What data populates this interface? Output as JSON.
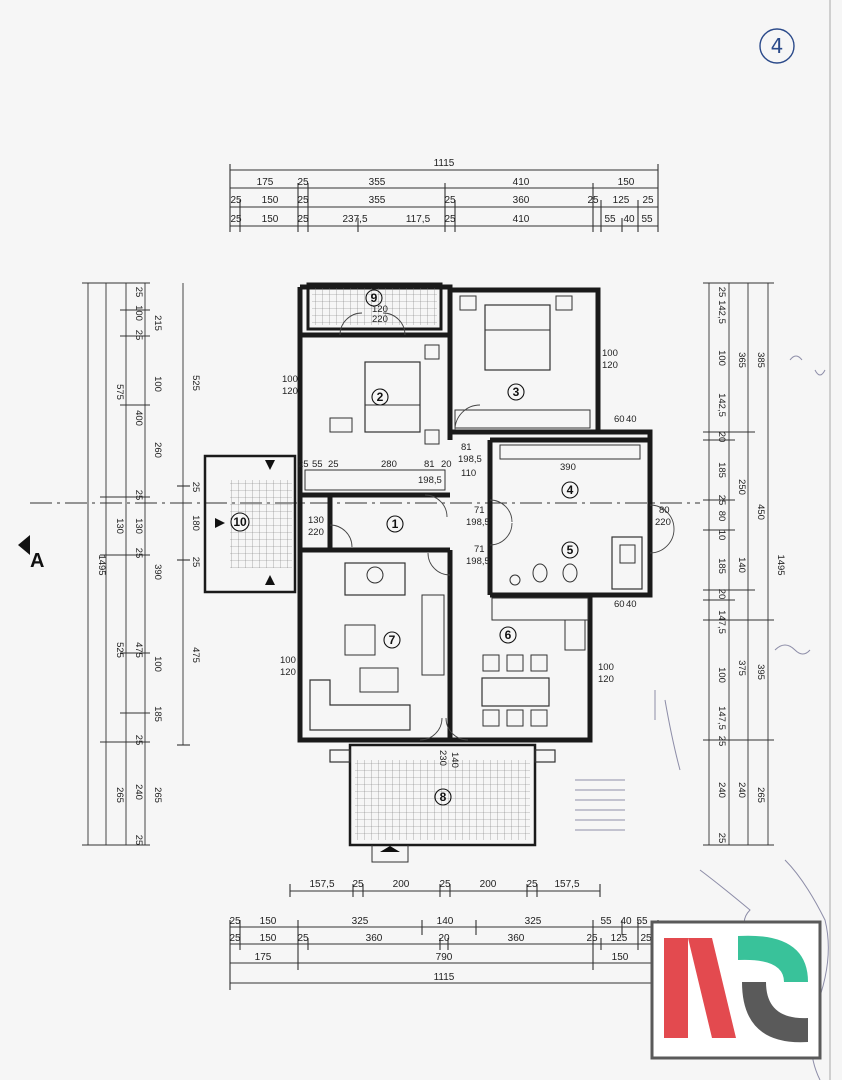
{
  "sheet_number": "4",
  "section_marker": "A",
  "top_dimensions": {
    "total": "1115",
    "row1": [
      "175",
      "25",
      "355",
      "410",
      "150"
    ],
    "row2": [
      "25",
      "150",
      "25",
      "355",
      "25",
      "360",
      "25",
      "125",
      "25"
    ],
    "row3": [
      "25",
      "150",
      "25",
      "237,5",
      "117,5",
      "25",
      "410",
      "55",
      "40",
      "55"
    ]
  },
  "bottom_dimensions": {
    "row1": [
      "157,5",
      "25",
      "200",
      "25",
      "200",
      "25",
      "157,5"
    ],
    "row2": [
      "25",
      "150",
      "325",
      "140",
      "325",
      "55",
      "40",
      "55"
    ],
    "row3": [
      "25",
      "150",
      "25",
      "360",
      "20",
      "360",
      "25",
      "125",
      "25"
    ],
    "row4": [
      "175",
      "790",
      "150"
    ],
    "total": "1115"
  },
  "left_dimensions": {
    "col1": [
      "1495"
    ],
    "col2": [
      "575",
      "130",
      "525",
      "265"
    ],
    "col3": [
      "25",
      "100",
      "25",
      "400",
      "25",
      "130",
      "25",
      "475",
      "25",
      "240",
      "25"
    ],
    "col4": [
      "215",
      "100",
      "260",
      "390",
      "100",
      "185",
      "265"
    ],
    "col5": [
      "525",
      "25",
      "180",
      "25",
      "475"
    ]
  },
  "right_dimensions": {
    "col1": [
      "25",
      "142,5",
      "100",
      "142,5",
      "20",
      "185",
      "25",
      "80",
      "10",
      "185",
      "20",
      "147,5",
      "100",
      "147,5",
      "25",
      "240",
      "25"
    ],
    "col2": [
      "365",
      "250",
      "140",
      "375",
      "240"
    ],
    "col3": [
      "385",
      "450",
      "395",
      "265"
    ],
    "col4": [
      "1495"
    ]
  },
  "rooms": [
    {
      "num": "1"
    },
    {
      "num": "2"
    },
    {
      "num": "3"
    },
    {
      "num": "4"
    },
    {
      "num": "5"
    },
    {
      "num": "6"
    },
    {
      "num": "7"
    },
    {
      "num": "8"
    },
    {
      "num": "9"
    },
    {
      "num": "10"
    }
  ],
  "openings": {
    "room9": [
      "120",
      "220"
    ],
    "room2_window": [
      "100",
      "120"
    ],
    "room3_window": [
      "100",
      "120"
    ],
    "room2_inner": [
      "25",
      "55",
      "25",
      "280",
      "81",
      "20"
    ],
    "corridor_a": [
      "198,5"
    ],
    "corridor_b": [
      "81",
      "198,5",
      "110"
    ],
    "room4_width": "390",
    "room4_small": [
      "40",
      "60"
    ],
    "door1": [
      "130",
      "220"
    ],
    "door4a": [
      "71",
      "198,5"
    ],
    "door4b": [
      "71",
      "198,5"
    ],
    "door_right": [
      "80",
      "220"
    ],
    "room5_small": [
      "40",
      "60"
    ],
    "room7_window": [
      "100",
      "120"
    ],
    "room6_window": [
      "100",
      "120"
    ],
    "terrace_door": [
      "140",
      "230"
    ]
  },
  "colors": {
    "logo_red": "#e34a4f",
    "logo_green": "#39c29a",
    "logo_gray": "#5a5a5a"
  }
}
